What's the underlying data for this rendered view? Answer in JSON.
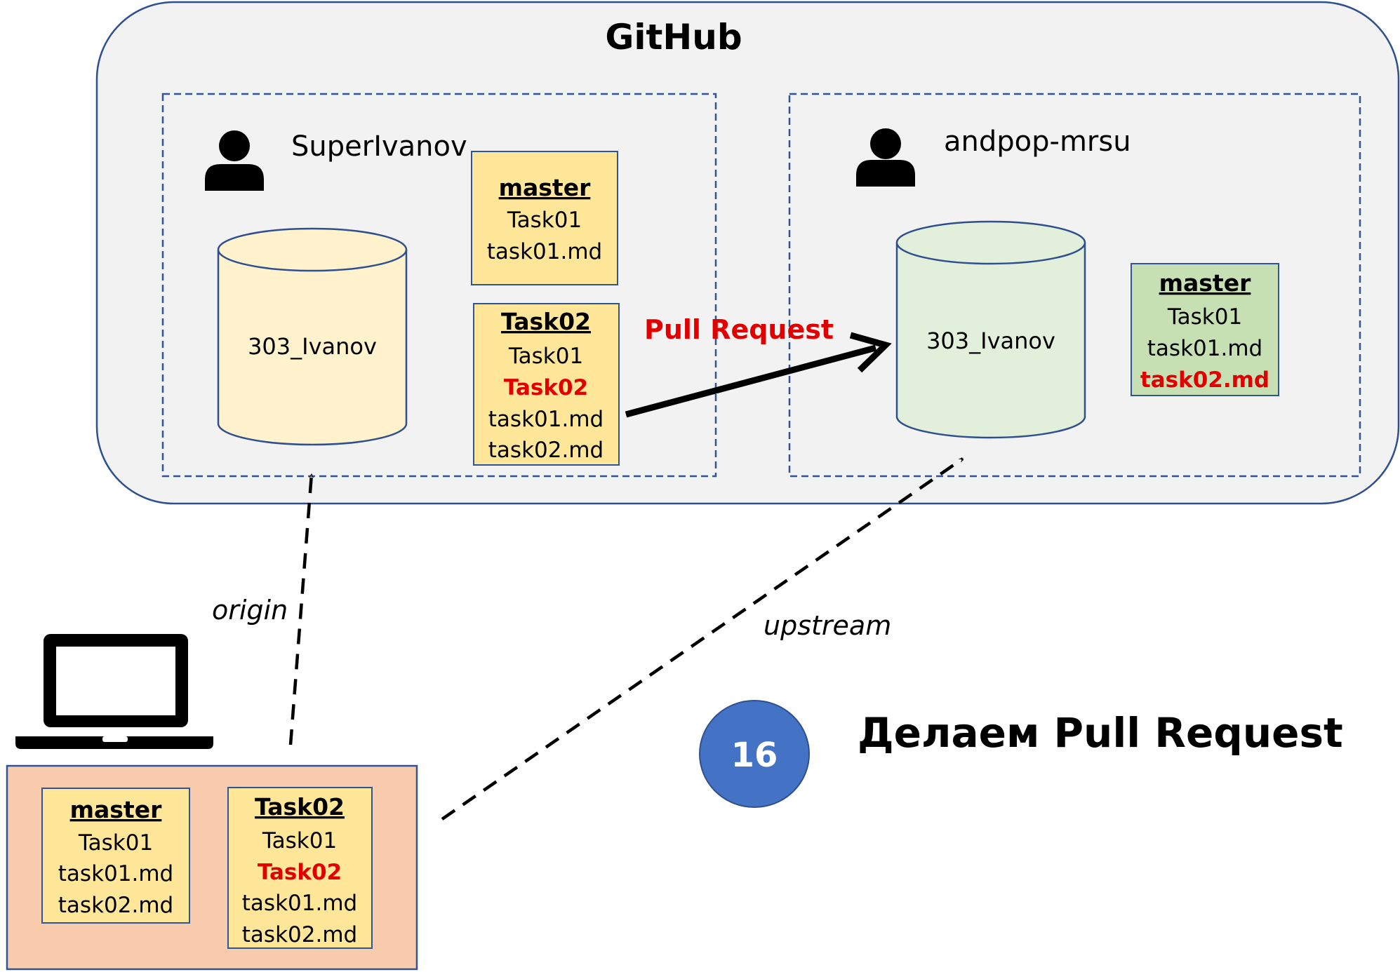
{
  "colors": {
    "github_bg": "#f2f2f2",
    "github_border": "#2f4f8f",
    "dashed": "#2f5597",
    "repo_yellow": "#fff2cc",
    "branch_yellow": "#ffe699",
    "repo_green": "#e2efda",
    "branch_green": "#c6e0b4",
    "local_bg": "#f8cbad",
    "local_border": "#2f5597",
    "accent_red": "#e00000",
    "badge": "#4472c4"
  },
  "github": {
    "title": "GitHub"
  },
  "fork_user": {
    "icon": "user-icon",
    "name": "SuperIvanov",
    "repo": "303_Ivanov",
    "master_branch": {
      "title": "master",
      "lines": [
        "Task01",
        "task01.md"
      ]
    },
    "task_branch": {
      "title": "Task02",
      "line1": "Task01",
      "line2_red": "Task02",
      "line3": "task01.md",
      "line4": "task02.md"
    }
  },
  "upstream_user": {
    "icon": "user-icon",
    "name": "andpop-mrsu",
    "repo": "303_Ivanov",
    "master_branch": {
      "title": "master",
      "line1": "Task01",
      "line2": "task01.md",
      "line3_red": "task02.md"
    }
  },
  "pull_request": {
    "label": "Pull Request"
  },
  "local": {
    "icon": "laptop-icon",
    "master_branch": {
      "title": "master",
      "lines": [
        "Task01",
        "task01.md",
        "task02.md"
      ]
    },
    "task_branch": {
      "title": "Task02",
      "line1": "Task01",
      "line2_red": "Task02",
      "line3": "task01.md",
      "line4": "task02.md"
    }
  },
  "remotes": {
    "origin": "origin",
    "upstream": "upstream"
  },
  "step": {
    "number": "16",
    "title": "Делаем Pull Request"
  }
}
